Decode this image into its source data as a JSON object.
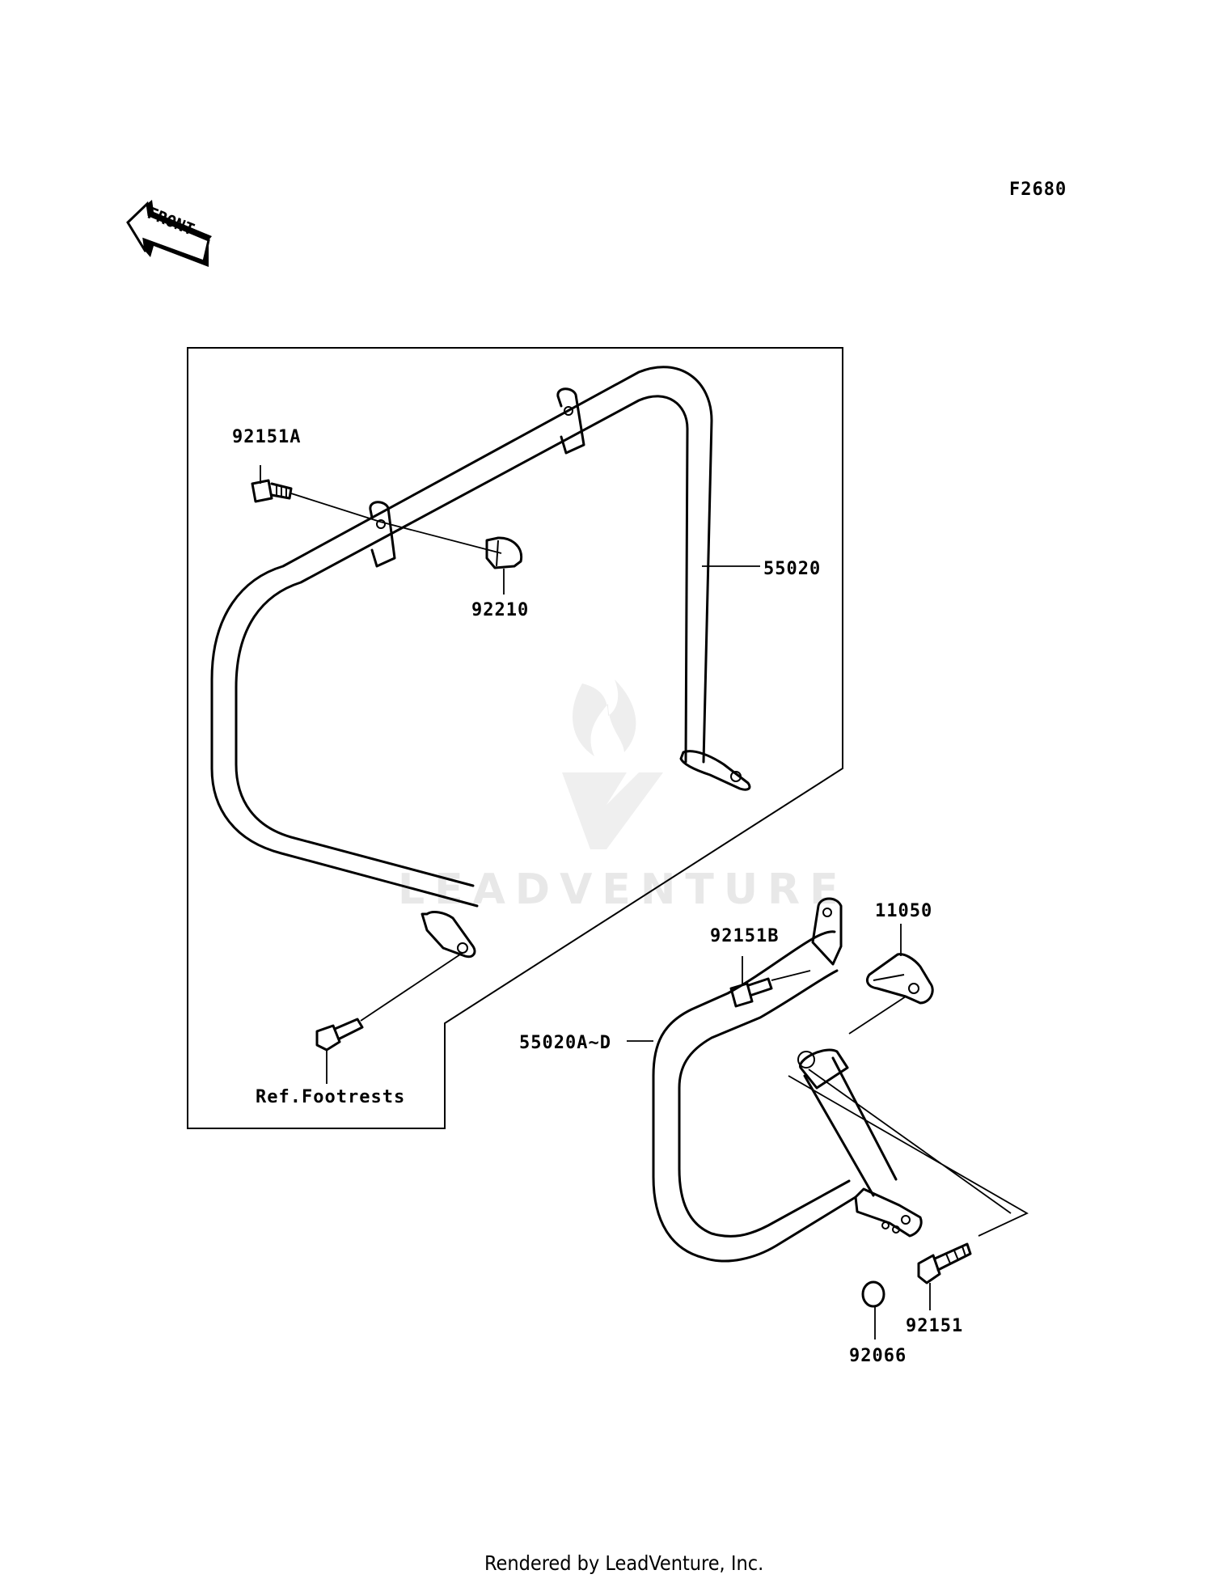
{
  "diagram": {
    "figure_code": "F2680",
    "front_label": "FRONT",
    "watermark": "LEADVENTURE",
    "footer": "Rendered by LeadVenture, Inc.",
    "callouts": {
      "bolt_a": "92151A",
      "cap_nut": "92210",
      "guard_rear": "55020",
      "ref_footrests": "Ref.Footrests",
      "bolt_b": "92151B",
      "bracket": "11050",
      "guard_front": "55020A~D",
      "bolt": "92151",
      "cap": "92066"
    }
  }
}
